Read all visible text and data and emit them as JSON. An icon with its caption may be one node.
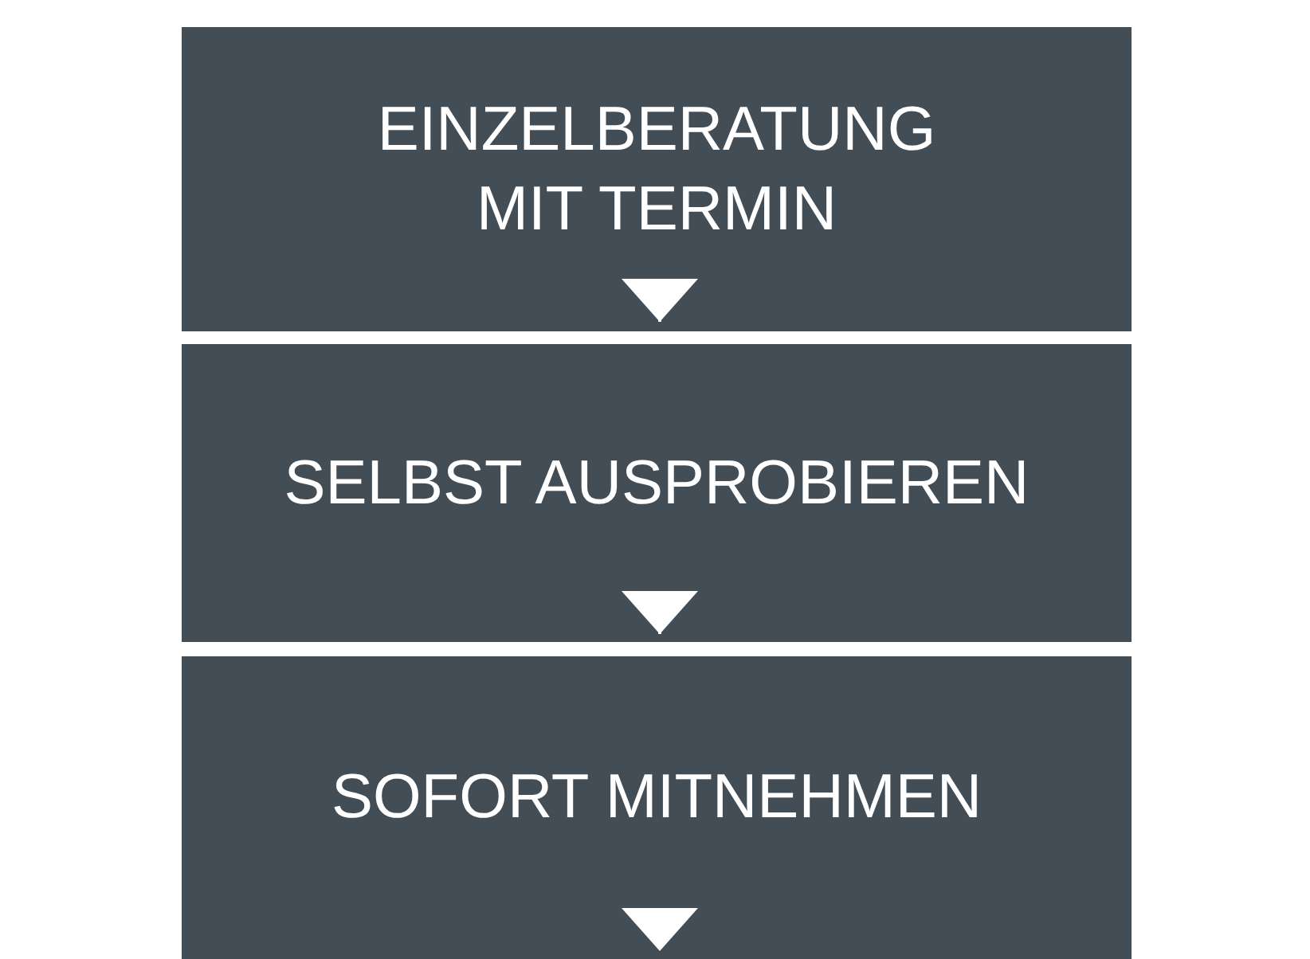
{
  "diagram": {
    "nodes": [
      {
        "text": [
          "EINZELBERATUNG MIT TERMIN"
        ]
      },
      {
        "text": [
          "SELBST AUSPROBIEREN"
        ]
      },
      {
        "text": [
          "SOFORT MITNEHMEN"
        ]
      }
    ],
    "edges": [
      {
        "from": 0,
        "to": 1,
        "arrow": "to"
      },
      {
        "from": 1,
        "to": 2,
        "arrow": "to"
      }
    ]
  }
}
